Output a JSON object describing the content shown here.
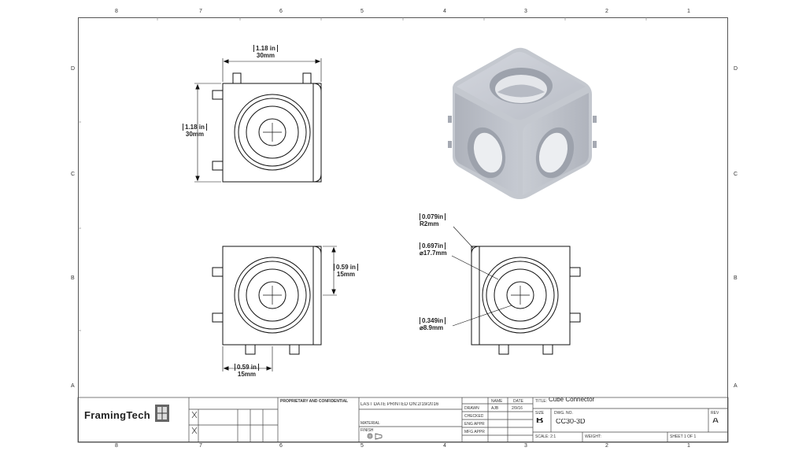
{
  "zones": {
    "top": [
      "8",
      "7",
      "6",
      "5",
      "4",
      "3",
      "2",
      "1"
    ],
    "side": [
      "D",
      "C",
      "B",
      "A"
    ]
  },
  "dimensions": {
    "width_in": "1.18 in",
    "width_mm": "30mm",
    "height_in": "1.18 in",
    "height_mm": "30mm",
    "side_in": "0.59 in",
    "side_mm": "15mm",
    "bottom_in": "0.59 in",
    "bottom_mm": "15mm",
    "radius_in": "0.079in",
    "radius_mm": "R2mm",
    "outer_dia_in": "0.697in",
    "outer_dia_mm": "⌀17.7mm",
    "inner_dia_in": "0.349in",
    "inner_dia_mm": "⌀8.9mm"
  },
  "title_block": {
    "logo": "FramingTech",
    "proprietary_heading": "PROPRIETARY AND CONFIDENTIAL",
    "last_printed": "LAST DATE PRINTED ON:2/19/2016",
    "name_header": "NAME",
    "date_header": "DATE",
    "drawn_label": "DRAWN",
    "drawn_name": "AJB",
    "drawn_date": "2/9/16",
    "checked_label": "CHECKED",
    "eng_appr_label": "ENG APPR",
    "mfg_appr_label": "MFG APPR",
    "finish_label": "FINISH",
    "material_label": "MATERIAL",
    "title_label": "TITLE:",
    "title": "Cube Connector",
    "size_label": "SIZE",
    "size": "B",
    "dwg_no_label": "DWG. NO.",
    "dwg_no": "CC30-3D",
    "rev_label": "REV",
    "rev": "A",
    "scale": "SCALE: 2:1",
    "weight": "WEIGHT:",
    "sheet": "SHEET 1 OF 1"
  }
}
